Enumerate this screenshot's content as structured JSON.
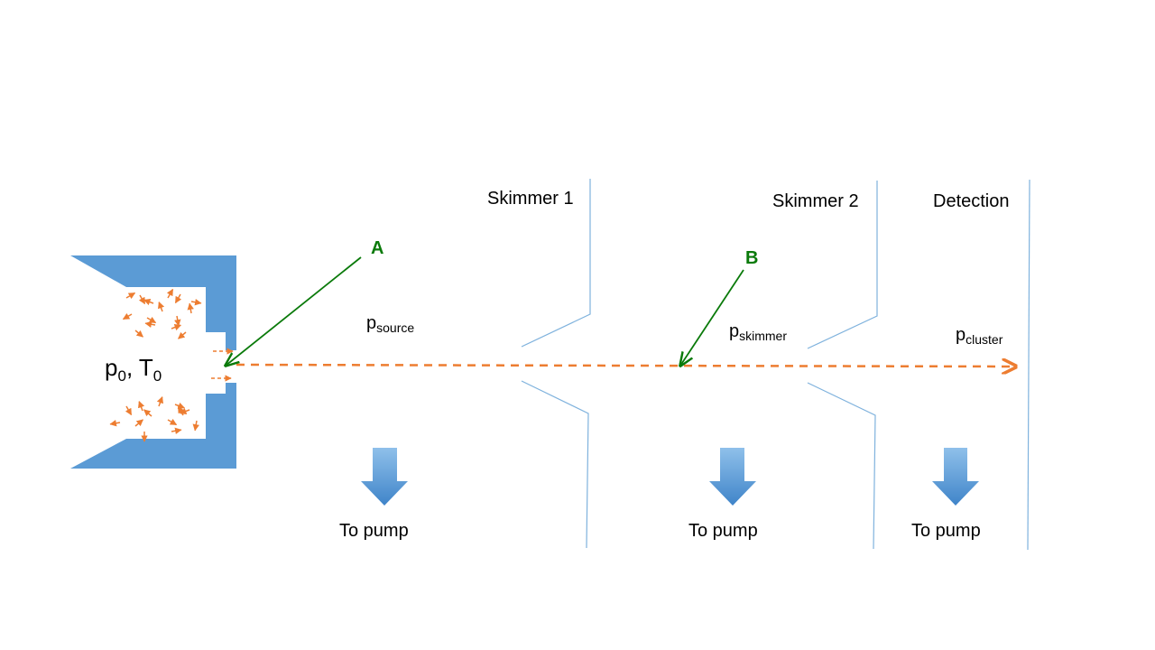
{
  "labels": {
    "skimmer1": "Skimmer 1",
    "skimmer2": "Skimmer 2",
    "detection": "Detection",
    "point_a": "A",
    "point_b": "B",
    "nozzle_conditions": {
      "p": "p",
      "p_sub": "0",
      "sep": ", T",
      "t_sub": "0"
    },
    "p_source": {
      "base": "p",
      "sub": "source"
    },
    "p_skimmer": {
      "base": "p",
      "sub": "skimmer"
    },
    "p_cluster": {
      "base": "p",
      "sub": "cluster"
    },
    "pump1": "To pump",
    "pump2": "To pump",
    "pump3": "To pump"
  },
  "colors": {
    "nozzle": "#5b9bd5",
    "beam": "#ed7d31",
    "pointer": "#0a7a0a",
    "wall": "#7fb2dd",
    "pump_arrow_top": "#8fc0ea",
    "pump_arrow_bottom": "#3f84c9"
  },
  "icons": {
    "pump": "down-arrow-icon",
    "beam": "dashed-arrow-icon"
  }
}
